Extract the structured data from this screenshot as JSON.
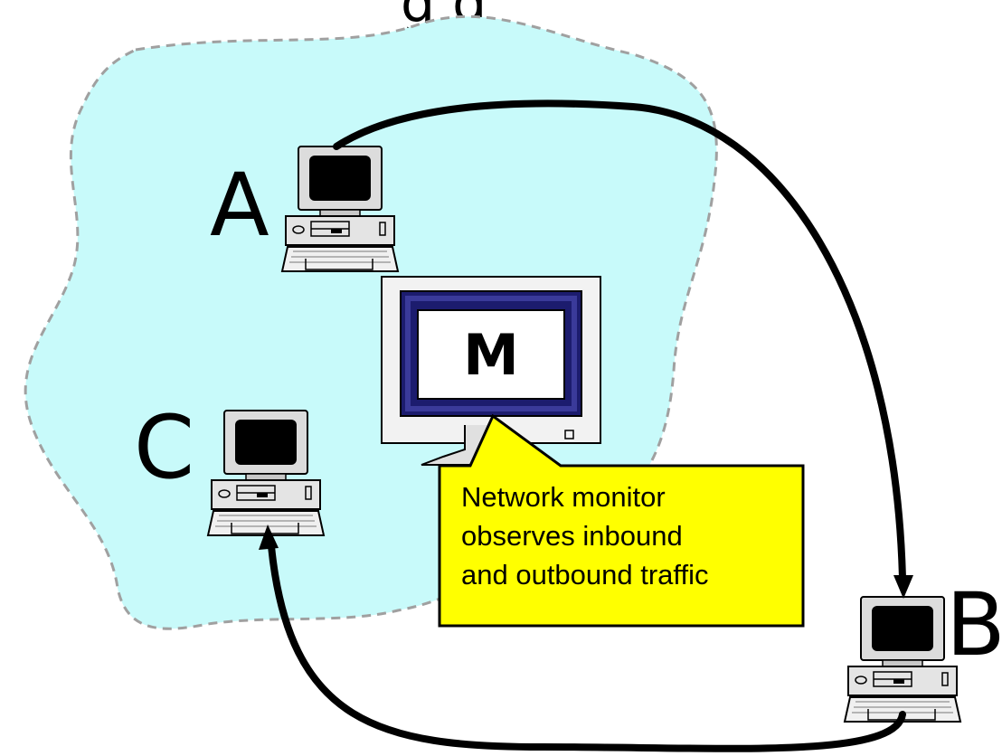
{
  "title_fragment": "g      g",
  "nodes": {
    "a": {
      "label": "A"
    },
    "b": {
      "label": "B"
    },
    "c": {
      "label": "C"
    }
  },
  "monitor": {
    "label": "M"
  },
  "callout": {
    "lines": [
      "Network monitor",
      "observes inbound",
      "and outbound traffic"
    ]
  },
  "colors": {
    "network_region": "#c8fafa",
    "network_outline": "#a0a0a0",
    "callout_fill": "#ffff00",
    "callout_border": "#000000",
    "monitor_screen_frame": "#1c1c6e",
    "arrow": "#000000"
  },
  "icons": {
    "computer": "desktop-computer-icon",
    "monitor": "large-monitor-icon"
  }
}
